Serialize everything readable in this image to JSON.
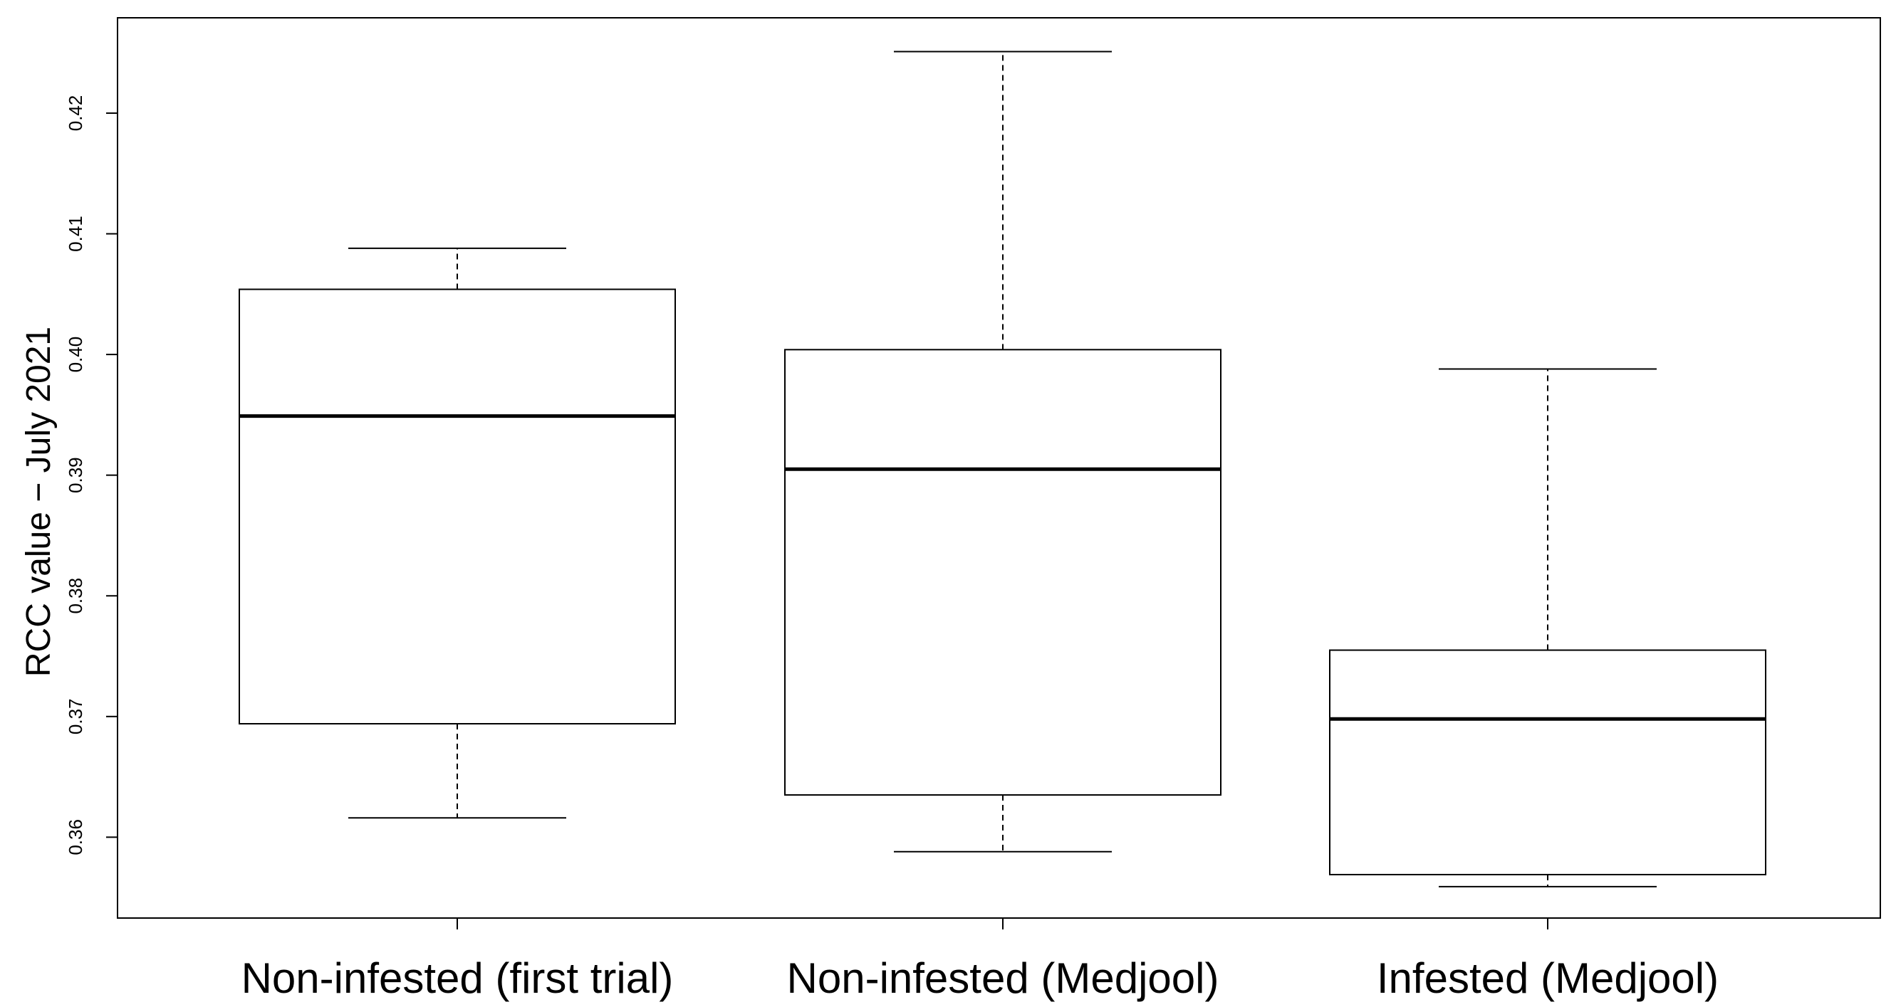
{
  "chart_data": {
    "type": "box",
    "title": "",
    "xlabel": "",
    "ylabel": "RCC value − July 2021",
    "categories": [
      "Non-infested (first trial)",
      "Non-infested (Medjool)",
      "Infested (Medjool)"
    ],
    "boxes": [
      {
        "category": "Non-infested (first trial)",
        "whisker_low": 0.3616,
        "q1": 0.3694,
        "median": 0.3949,
        "q3": 0.4054,
        "whisker_high": 0.4088
      },
      {
        "category": "Non-infested (Medjool)",
        "whisker_low": 0.3588,
        "q1": 0.3635,
        "median": 0.3905,
        "q3": 0.4004,
        "whisker_high": 0.4251
      },
      {
        "category": "Infested (Medjool)",
        "whisker_low": 0.3559,
        "q1": 0.3569,
        "median": 0.3698,
        "q3": 0.3755,
        "whisker_high": 0.3988
      }
    ],
    "yticks": [
      0.36,
      0.37,
      0.38,
      0.39,
      0.4,
      0.41,
      0.42
    ],
    "ytick_labels": [
      "0.36",
      "0.37",
      "0.38",
      "0.39",
      "0.40",
      "0.41",
      "0.42"
    ],
    "ylim": [
      0.3533,
      0.4279
    ],
    "grid": false,
    "legend": "none"
  }
}
